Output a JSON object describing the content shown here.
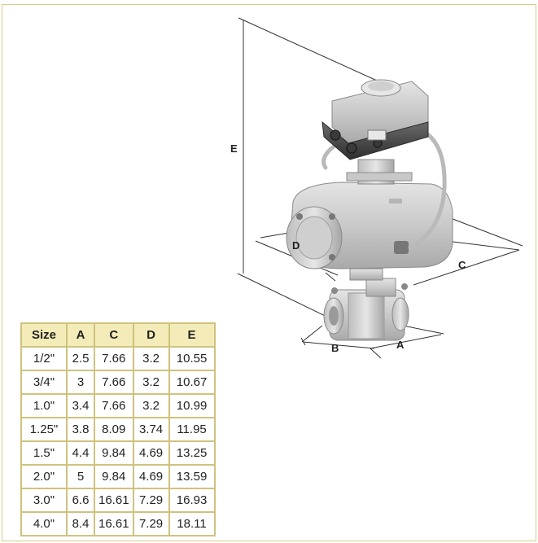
{
  "diagram": {
    "labels": {
      "e": "E",
      "d": "D",
      "c": "C",
      "b": "B",
      "a": "A"
    }
  },
  "table": {
    "headers": [
      "Size",
      "A",
      "C",
      "D",
      "E"
    ],
    "rows": [
      [
        "1/2\"",
        "2.5",
        "7.66",
        "3.2",
        "10.55"
      ],
      [
        "3/4\"",
        "3",
        "7.66",
        "3.2",
        "10.67"
      ],
      [
        "1.0\"",
        "3.4",
        "7.66",
        "3.2",
        "10.99"
      ],
      [
        "1.25\"",
        "3.8",
        "8.09",
        "3.74",
        "11.95"
      ],
      [
        "1.5\"",
        "4.4",
        "9.84",
        "4.69",
        "13.25"
      ],
      [
        "2.0\"",
        "5",
        "9.84",
        "4.69",
        "13.59"
      ],
      [
        "3.0\"",
        "6.6",
        "16.61",
        "7.29",
        "16.93"
      ],
      [
        "4.0\"",
        "8.4",
        "16.61",
        "7.29",
        "18.11"
      ]
    ]
  },
  "colors": {
    "frame_border": "#d9cc8a",
    "header_fill": "#f3ecb8",
    "cell_border": "#cfc27e"
  }
}
